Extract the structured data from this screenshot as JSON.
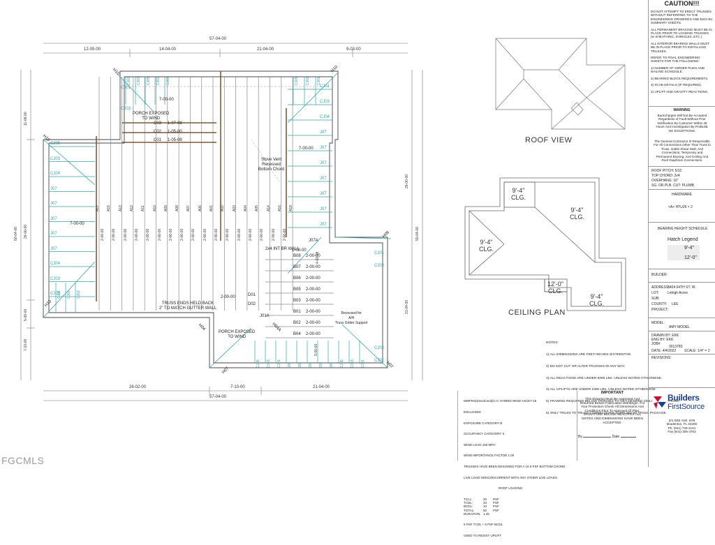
{
  "dims": {
    "top_total": "57-04-00",
    "top_segments": [
      "12-05-00",
      "14-04-00",
      "21-04-00",
      "9-03-00"
    ],
    "bottom_total": "57-04-00",
    "bottom_segments": [
      "28-02-00",
      "7-10-00",
      "21-04-00"
    ],
    "left_total": "50-04-00",
    "left_segments": [
      "11-06-00",
      "26-00-00",
      "5-00-00",
      "7-10-00"
    ],
    "right_outer": "50-04-00",
    "right_inner_top": "29-00-00",
    "right_inner_bottom": "21-04-00"
  },
  "truss_labels": {
    "top_left_jacks": [
      "CJ01",
      "CJ03",
      "CJ05",
      "CJ01",
      "CJ03"
    ],
    "top_right_jacks": [
      "CJ05",
      "CJ03",
      "CJ01"
    ],
    "left_jacks": [
      "CJ05",
      "CJ03",
      "CJ04",
      "J07",
      "J07",
      "J07",
      "J07",
      "J07",
      "CJ04",
      "CJ03",
      "CJ05"
    ],
    "right_jacks": [
      "CJ01",
      "CJ03",
      "CJ04",
      "J07",
      "J07",
      "J07",
      "J07",
      "J07",
      "J07",
      "J07"
    ],
    "top_corner_left": [
      "CJ01",
      "CJ03"
    ],
    "a_series": [
      "A17",
      "A15",
      "A13",
      "A12",
      "A11",
      "A10",
      "A09",
      "A08",
      "A07",
      "A06",
      "A01",
      "A02",
      "A03",
      "A04",
      "A05",
      "A14",
      "A16",
      "A18"
    ],
    "a_spacing": "2-06-00",
    "b_series": [
      "B08",
      "B07",
      "B06",
      "B05",
      "B03",
      "B01",
      "B02",
      "B04"
    ],
    "b_spacing": "2-00-00",
    "c_series": [
      {
        "name": "C03",
        "len": "1-07-08"
      },
      {
        "name": "C02",
        "len": "1-05-00"
      },
      {
        "name": "C01",
        "len": "1-05-08"
      }
    ],
    "d_series": [
      "D01",
      "D02"
    ],
    "bottom_jacks": [
      "CJ05",
      "CJ03",
      "CJ01",
      "J05",
      "J05",
      "J05",
      "J05",
      "J05",
      "CJ05",
      "CJ03",
      "CJ01"
    ],
    "bottom_left_jacks": [
      "CJ02",
      "CJ01",
      "CJ03"
    ],
    "right_lower_jacks": [
      "CJ01",
      "CJ02",
      "CJ02",
      "CJ01"
    ],
    "j07a": "J07A",
    "j01a": "J01A",
    "hips": [
      "H10",
      "H10",
      "H10",
      "H10",
      "H06",
      "H04",
      "H04A",
      "H07",
      "H07"
    ],
    "section_7ft": "7-00-00",
    "section_2ft": "2-00-00",
    "lower_left_seg": "2-00-00",
    "b_top_len": "1-08-00",
    "b_len2": "4-02-08",
    "b_len3": "5-00-00"
  },
  "plan_notes": {
    "porch_top": "PORCH EXPOSED\nTO WIND",
    "porch_bottom": "PORCH EXPOSED\nTO WIND",
    "stove_vent": "Stove Vent\nRecessed\nBottom Chord",
    "truss_ends": "TRUSS ENDS HELD BACK\n2\" TO MATCH GUTTER WALL",
    "int_bearing": "2x4 INT BR WALL",
    "recessed": "Recessed for\nA/H\nTruss Girder Support"
  },
  "views": {
    "roof_view": "ROOF VIEW",
    "ceiling_plan": "CEILING PLAN",
    "clg_labels": [
      "9'-4\"\nCLG.",
      "9'-4\"\nCLG.",
      "9'-4\"\nCLG.",
      "12'-0\"\nCLG.",
      "9'-4\"\nCLG."
    ]
  },
  "notes_block": {
    "title": "NOTES:",
    "items": [
      "1) ALL DIMENSIONS ARE FEET-INCHES-SIXTEENTHS.",
      "2) DO NOT CUT OR ALTER TRUSSES IN ANY WAY.",
      "3) ALL REACTIONS ARE UNDER 5000 LBS. UNLESS NOTED OTHERWISE.",
      "4) ALL UPLIFTS ARE UNDER 1000 LBS. UNLESS NOTED OTHERWISE.",
      "5) FRAMING REQUIRED BELOW TRUSSES TO GET DESIRED CEILING CONDITIONS.",
      "6) ONLY TRUSS TO TRUSS CONNECTIONS SUPPLIED W/ TRUSS PACKAGE."
    ]
  },
  "wind_block": {
    "lines": [
      "MWFRS(Directional)/C-C HYBRID WIND ASCE7-16",
      "ENCLOSED",
      "EXPOSURE CATEGORY B",
      "OCCUPANCY CATEGORY II",
      "WIND LOAD 160 MPH",
      "WIND IMPORTANCE FACTOR 1.00",
      "TRUSSES HAVE BEEN DESIGNED FOR A 10.0 PSF BOTTOM CHORD",
      "LIVE LOAD NONCONCURRENT WITH ANY OTHER LIVE LOADS"
    ],
    "roof_loading_title": "ROOF LOADING",
    "loads": [
      {
        "k": "TCLL:",
        "v": "20",
        "u": "PSF"
      },
      {
        "k": "TCDL:",
        "v": "20",
        "u": "PSF"
      },
      {
        "k": "BCDL:",
        "v": "10",
        "u": "PSF"
      },
      {
        "k": "TOTAL:",
        "v": "50",
        "u": "PSF"
      },
      {
        "k": "DURATION:",
        "v": "1.25",
        "u": ""
      }
    ],
    "tail": [
      "5 PSF TCDL + 5 PSF BCDL",
      "USED TO RESIST UPLIFT"
    ]
  },
  "important_block": {
    "title": "IMPORTANT",
    "text": "This Drawing Must Be Approved And Returned Before Fabrication Will Begin. For Your Protection Check All Dimensions And Conditions Prior To Approval Of Plan. SIGNATURE BELOW INDICATES ALL NOTES AND DIMENSIONS HAVE BEEN ACCEPTED.",
    "by": "By",
    "date": "Date"
  },
  "title_block": {
    "caution": "CAUTION!!!",
    "caution_text": [
      "DO NOT ATTEMPT TO ERECT TRUSSES WITHOUT REFERRING TO THE ENGINEERING DRAWINGS AND BSCI-B1 SUMMARY SHEETS.",
      "ALL PERMANENT BRACING MUST BE IN PLACE PRIOR TO LOADING TRUSSES. (ie SHEATHING, SHINGLES, ETC.)",
      "ALL INTERIOR BEARING WALLS MUST BE IN PLACE PRIOR TO INSTALLING TRUSSES.",
      "REFER TO FINAL ENGINEERING SHEETS FOR THE FOLLOWING:",
      "1) NUMBER OF GIRDER PLIES AND NAILING SCHEDULE.",
      "2) BEARING BLOCK REQUIREMENTS.",
      "3) SCAB DETAILS (IF REQUIRED)",
      "4) UPLIFT AND GRAVITY REACTIONS."
    ],
    "warning_title": "WARNING",
    "warning_text": "Backcharges Will Not Be Accepted Regardless of Fault Without Prior Notification By Customer Within 48 Hours And Investigation By ProBuild. NO EXCEPTIONS.",
    "gc_text": "The General Contractor Is Responsible For All Connections Other Than Truss to Truss, Gable Shear Wall, And Connections, Temporary and Permanent Bracing, And Ceiling And Roof Diaphram Connections.",
    "roof_pitch": "ROOF PITCH: 5/12",
    "top_chord": "TOP CHORD: 2x4",
    "overhang": "OVERHANG: 16\"",
    "sg_plb": "SG. OR PLB. CUT: PLUMB",
    "hardware_title": "HARDWARE",
    "hardware": "<A> HTU26 × 2",
    "bearing_title": "BEARING HEIGHT SCHEDULE",
    "hatch_title": "Hatch Legend",
    "hatch_items": [
      "9'-4\"",
      "12'-0\""
    ],
    "builder_label": "BUILDER:",
    "address_label": "ADDRESS:",
    "address_value": "3404 64TH ST. W.",
    "lot_label": "LOT:",
    "lot_value": "Lehigh Acres",
    "sub_label": "SUB:",
    "county_label": "COUNTY:",
    "county_value": "LEE",
    "project_label": "PROJECT:",
    "model_label": "MODEL:",
    "model_value": "AMY MODEL",
    "drawn_by": "DRAWN BY: EKK",
    "eng_by": "ENG BY: EKK",
    "job_label": "JOB#",
    "job_value": "3013783",
    "date_label": "DATE: 4/4/2022",
    "scale": "SCALE: 1/4\" = 1'",
    "revisions": "REVISIONS:",
    "logo_top": "Builders",
    "logo_bottom": "FirstSource",
    "address_lines": [
      "3/4 SEE AVE. E#6",
      "Bradenton, FL 34208",
      "Ph: (941) 746-2141",
      "Fax (941) 306-4763"
    ]
  },
  "watermark": "FGCMLS",
  "colors": {
    "jack": "#37a3a8",
    "line": "#555555",
    "brown": "#7a5a3a",
    "hatch": "#ededed"
  }
}
